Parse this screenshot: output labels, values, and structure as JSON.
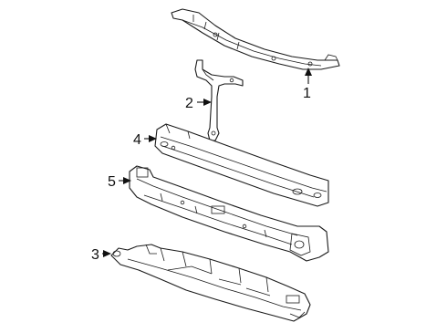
{
  "callouts": [
    {
      "id": "1",
      "label": "1",
      "part": "upper-tie-bar"
    },
    {
      "id": "2",
      "label": "2",
      "part": "center-support-bracket"
    },
    {
      "id": "3",
      "label": "3",
      "part": "lower-deflector"
    },
    {
      "id": "4",
      "label": "4",
      "part": "bumper-impact-bar"
    },
    {
      "id": "5",
      "label": "5",
      "part": "energy-absorber"
    }
  ]
}
